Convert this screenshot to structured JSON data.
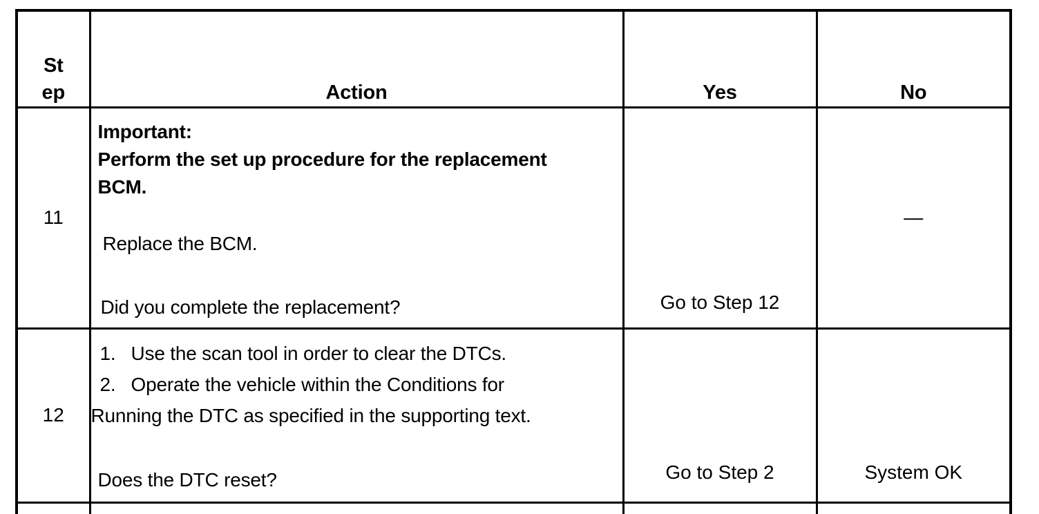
{
  "header": {
    "step_line1": "St",
    "step_line2": "ep",
    "action": "Action",
    "yes": "Yes",
    "no": "No"
  },
  "rows": [
    {
      "step": "11",
      "action": {
        "important_label": "Important:",
        "important_line2": "Perform the set up procedure for the replacement",
        "important_line3": "BCM.",
        "instruction": "Replace the BCM.",
        "question": "Did you complete the replacement?"
      },
      "yes": "Go to Step 12",
      "no": "—"
    },
    {
      "step": "12",
      "action": {
        "list": [
          {
            "marker": "1.",
            "text": "Use the scan tool in order to clear the DTCs."
          },
          {
            "marker": "2.",
            "text": "Operate the vehicle within the Conditions for"
          }
        ],
        "continuation": "Running the DTC as specified in the supporting text.",
        "question": "Does the DTC reset?"
      },
      "yes": "Go to Step 2",
      "no": "System OK"
    }
  ],
  "colors": {
    "border": "#000000",
    "text": "#000000",
    "background": "#ffffff"
  }
}
